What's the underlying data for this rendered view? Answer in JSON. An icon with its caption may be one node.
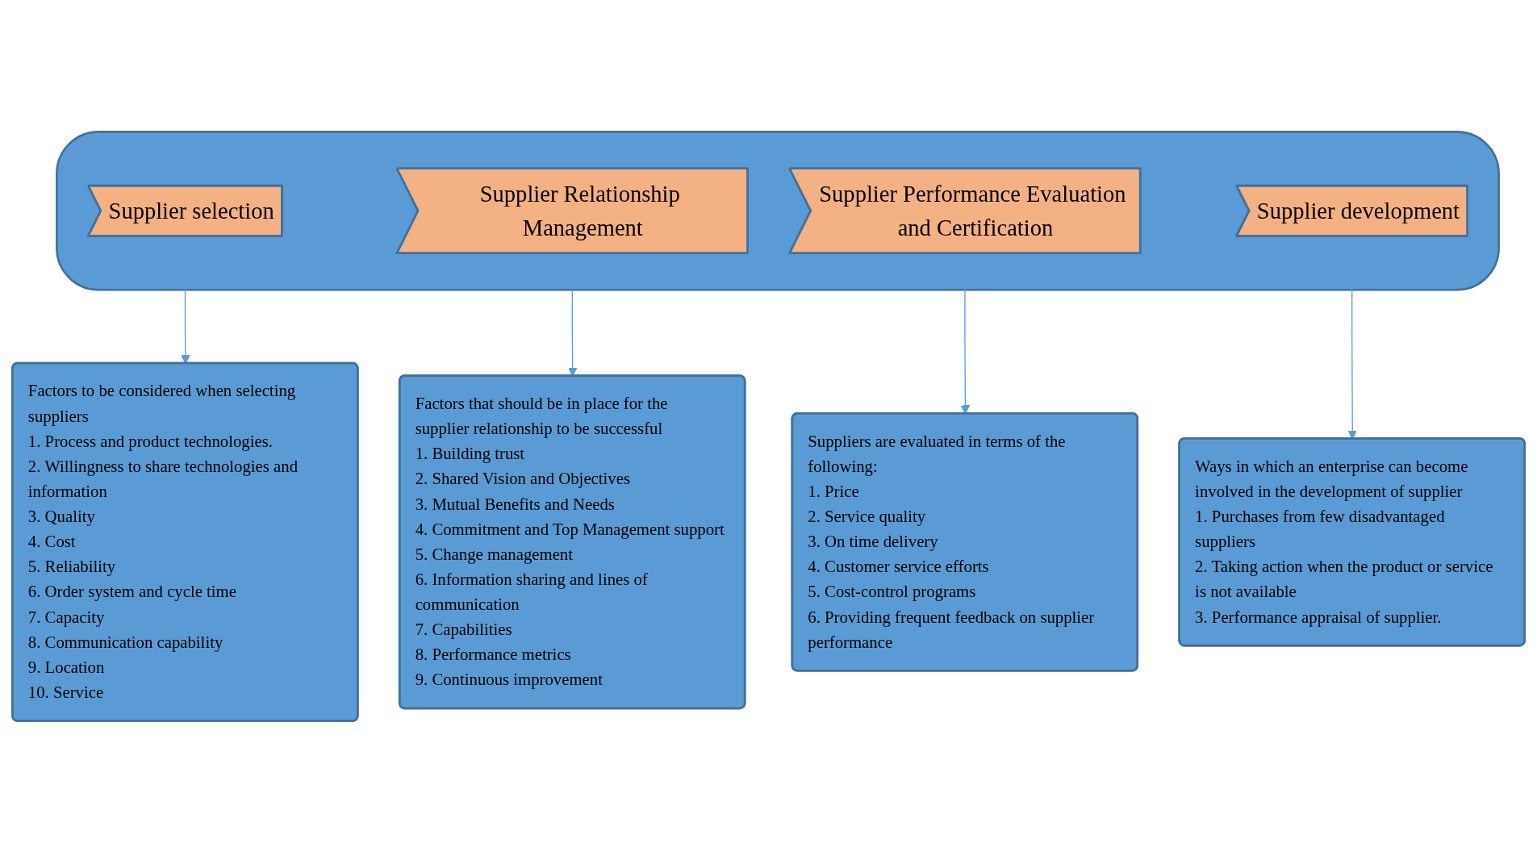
{
  "diagram": {
    "nodes": [
      {
        "text": [],
        "shape": "box"
      },
      {
        "text": [
          "Supplier selection"
        ],
        "in": 0
      },
      {
        "text": [
          "Supplier Relationship Management"
        ],
        "in": 0
      },
      {
        "text": [
          "Supplier Performance Evaluation and Certification"
        ],
        "in": 0
      },
      {
        "text": [
          "Supplier development"
        ],
        "in": 0
      },
      {
        "text": [
          "Factors to be considered when selecting suppliers",
          "1. Process and product technologies.",
          "2. Willingness to share technologies and information",
          "3. Quality",
          "4. Cost",
          "5. Reliability",
          "6. Order system and cycle time",
          "7. Capacity",
          "8. Communication capability",
          "9. Location",
          "10. Service"
        ]
      },
      {
        "text": [
          "Factors that should be in place for the supplier relationship to be successful",
          "1. Building trust",
          "2. Shared Vision and Objectives",
          "3. Mutual Benefits and Needs",
          "4. Commitment and Top Management support",
          "5. Change management",
          "6. Information sharing and lines of communication",
          "7. Capabilities",
          "8. Performance metrics",
          "9. Continuous improvement"
        ]
      },
      {
        "text": [
          "Suppliers are evaluated in terms of the following:",
          "1. Price",
          "2. Service quality",
          "3. On time delivery",
          "4. Customer service efforts",
          "5. Cost-control programs",
          "6. Providing frequent feedback on supplier performance"
        ]
      },
      {
        "text": [
          "Ways in which an enterprise can become involved in the development of supplier",
          "1. Purchases from few disadvantaged suppliers",
          "2. Taking action when the product or service is not available",
          "3. Performance appraisal of supplier."
        ]
      }
    ],
    "edges": [
      {
        "from": 1,
        "to": 5,
        "arrow": "to"
      },
      {
        "from": 2,
        "to": 6,
        "arrow": "to"
      },
      {
        "from": 3,
        "to": 7,
        "arrow": "to"
      },
      {
        "from": 4,
        "to": 8,
        "arrow": "to"
      }
    ]
  }
}
